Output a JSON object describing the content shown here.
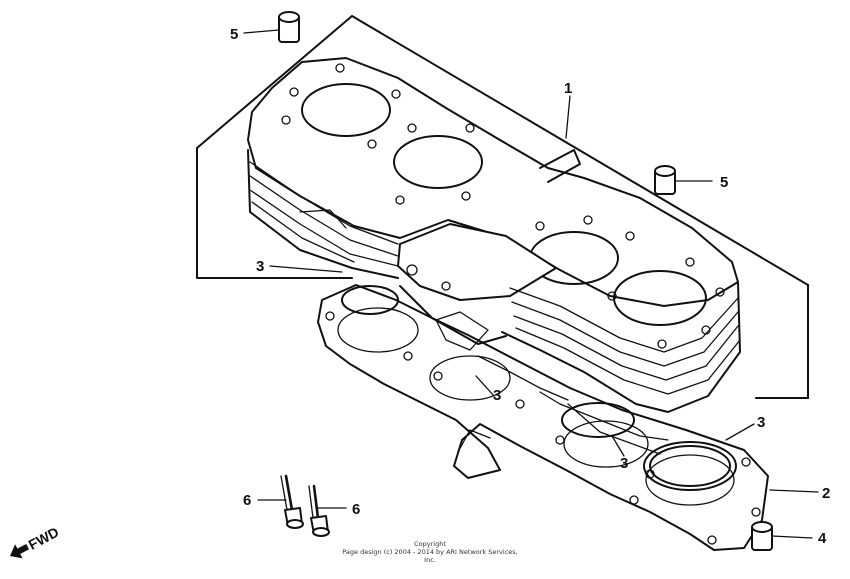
{
  "labels": {
    "part1": "1",
    "part2": "2",
    "part3a": "3",
    "part3b": "3",
    "part3c": "3",
    "part3d": "3",
    "part4": "4",
    "part5a": "5",
    "part5b": "5",
    "part6a": "6",
    "part6b": "6"
  },
  "fwd_label": "FWD",
  "copyright": {
    "line1": "Copyright",
    "line2": "Page design (c) 2004 - 2014 by ARI Network Services, Inc."
  }
}
